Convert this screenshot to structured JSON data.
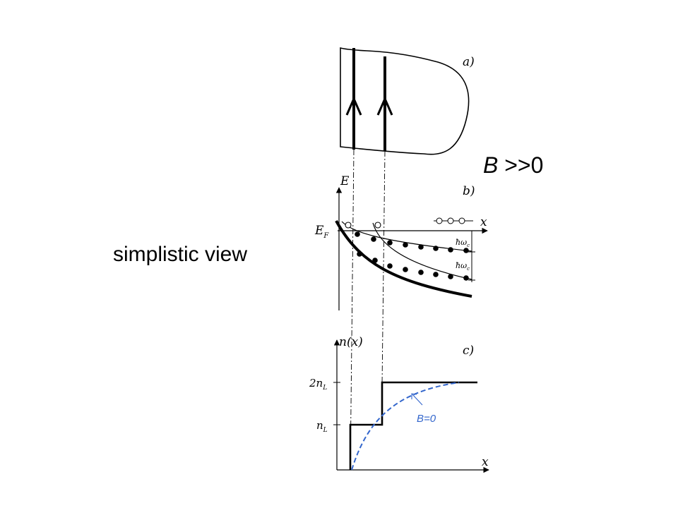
{
  "slide": {
    "left_caption": "simplistic view",
    "right_caption_symbol": "B",
    "right_caption_rest": " >>0"
  },
  "panel_a": {
    "label": "a)"
  },
  "panel_b": {
    "label": "b)",
    "y_axis_label": "E",
    "x_axis_label": "x",
    "fermi_level_label": "E",
    "fermi_level_subscript": "F",
    "spacing_label_1": "ħω",
    "spacing_label_1_sub": "c",
    "spacing_label_2": "ħω",
    "spacing_label_2_sub": "c"
  },
  "panel_c": {
    "label": "c)",
    "y_axis_label": "n(x)",
    "x_axis_label": "x",
    "tick_high": "2n",
    "tick_high_sub": "L",
    "tick_low": "n",
    "tick_low_sub": "L",
    "zero_field_label": "B=0"
  },
  "colors": {
    "ink": "#000000",
    "zero_field_curve": "#3366cc",
    "background": "#ffffff"
  }
}
